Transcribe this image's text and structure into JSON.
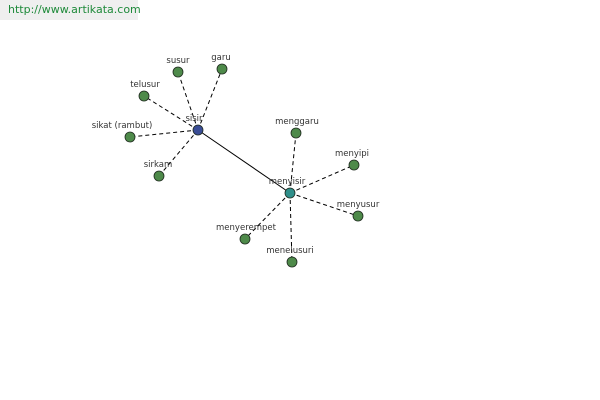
{
  "header": {
    "url": "http://www.artikata.com"
  },
  "colors": {
    "leaf_node": "#4e8a4a",
    "root_node": "#3a4d96",
    "hub_node": "#2f8f8a",
    "edge": "#000000",
    "banner_text": "#1e8a3a"
  },
  "graph": {
    "root": {
      "id": "sisir",
      "label": "sisir",
      "kind": "root"
    },
    "hub": {
      "id": "menyisir",
      "label": "menyisir",
      "kind": "hub"
    },
    "nodes": [
      {
        "id": "susur",
        "label": "susur",
        "kind": "leaf"
      },
      {
        "id": "garu",
        "label": "garu",
        "kind": "leaf"
      },
      {
        "id": "telusur",
        "label": "telusur",
        "kind": "leaf"
      },
      {
        "id": "sikat",
        "label": "sikat (rambut)",
        "kind": "leaf"
      },
      {
        "id": "sirkam",
        "label": "sirkam",
        "kind": "leaf"
      },
      {
        "id": "menggaru",
        "label": "menggaru",
        "kind": "leaf"
      },
      {
        "id": "menyipi",
        "label": "menyipi",
        "kind": "leaf"
      },
      {
        "id": "menyusur",
        "label": "menyusur",
        "kind": "leaf"
      },
      {
        "id": "menyerempet",
        "label": "menyerempet",
        "kind": "leaf"
      },
      {
        "id": "menelusuri",
        "label": "menelusuri",
        "kind": "leaf"
      }
    ],
    "edges": [
      {
        "from": "sisir",
        "to": "susur",
        "style": "dashed"
      },
      {
        "from": "sisir",
        "to": "garu",
        "style": "dashed"
      },
      {
        "from": "sisir",
        "to": "telusur",
        "style": "dashed"
      },
      {
        "from": "sisir",
        "to": "sikat",
        "style": "dashed"
      },
      {
        "from": "sisir",
        "to": "sirkam",
        "style": "dashed"
      },
      {
        "from": "sisir",
        "to": "menyisir",
        "style": "solid"
      },
      {
        "from": "menyisir",
        "to": "menggaru",
        "style": "dashed"
      },
      {
        "from": "menyisir",
        "to": "menyipi",
        "style": "dashed"
      },
      {
        "from": "menyisir",
        "to": "menyusur",
        "style": "dashed"
      },
      {
        "from": "menyisir",
        "to": "menyerempet",
        "style": "dashed"
      },
      {
        "from": "menyisir",
        "to": "menelusuri",
        "style": "dashed"
      }
    ]
  }
}
